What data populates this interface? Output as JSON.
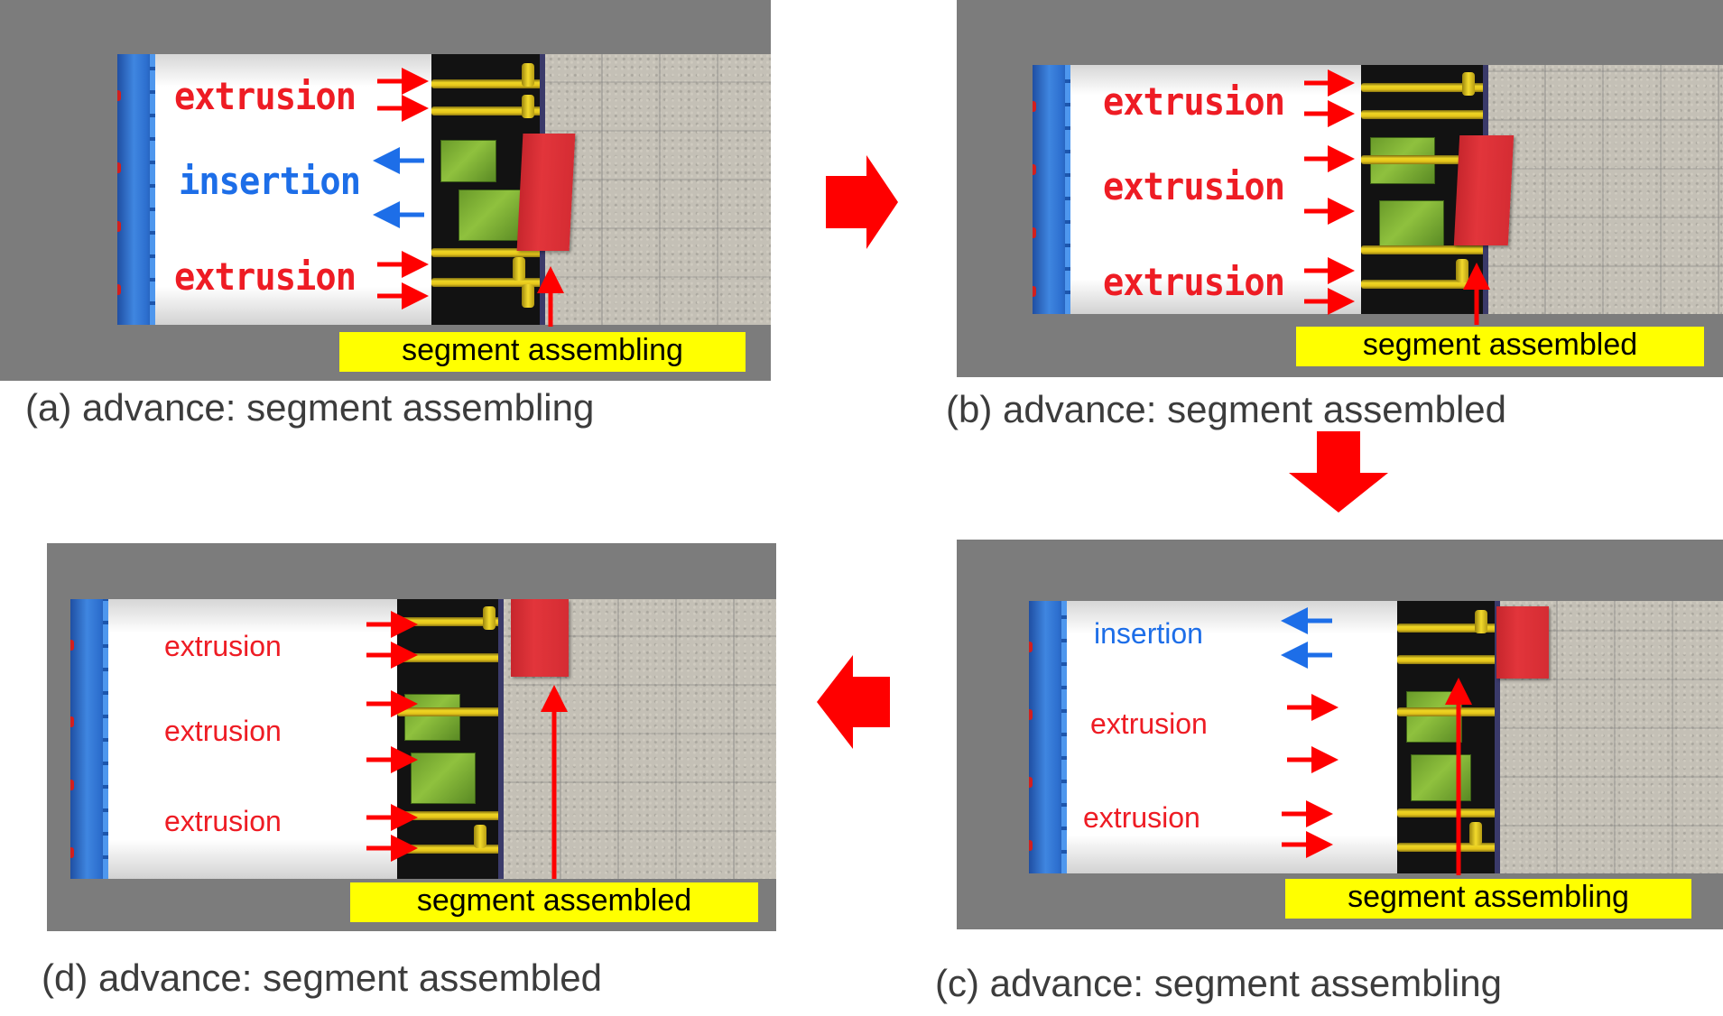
{
  "panels": {
    "a": {
      "labels": [
        "extrusion",
        "insertion",
        "extrusion"
      ],
      "tag": "segment assembling",
      "caption": "(a) advance: segment assembling"
    },
    "b": {
      "labels": [
        "extrusion",
        "extrusion",
        "extrusion"
      ],
      "tag": "segment assembled",
      "caption": "(b) advance: segment assembled"
    },
    "c": {
      "labels": [
        "insertion",
        "extrusion",
        "extrusion"
      ],
      "tag": "segment assembling",
      "caption": "(c) advance: segment assembling"
    },
    "d": {
      "labels": [
        "extrusion",
        "extrusion",
        "extrusion"
      ],
      "tag": "segment assembled",
      "caption": "(d) advance: segment assembled"
    }
  },
  "colors": {
    "extrusion": "#ee1c24",
    "insertion": "#1d6ee8",
    "tag_background": "#ffff00",
    "flow_arrow": "#ff0000"
  },
  "icons": {
    "flow_arrows": [
      "arrow-right-icon",
      "arrow-down-icon",
      "arrow-left-icon"
    ]
  }
}
